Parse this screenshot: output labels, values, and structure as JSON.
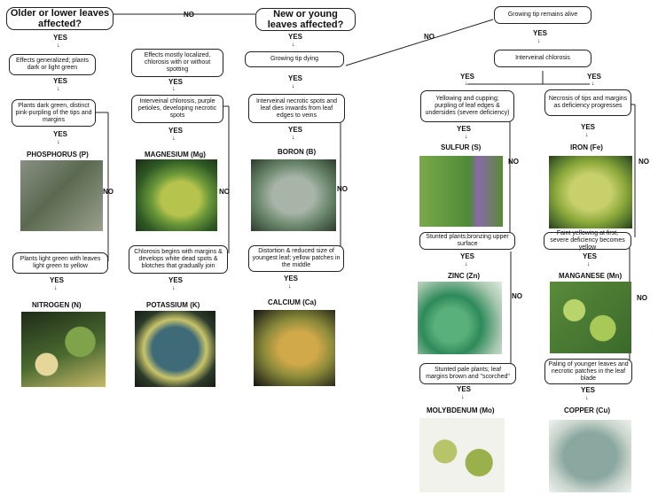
{
  "q1": "Older or lower leaves affected?",
  "q2": "New or young leaves affected?",
  "no": "NO",
  "yes": "YES",
  "c1": {
    "b1": "Effects generalized; plants dark or light green",
    "b2": "Plants dark green, distinct pink-purpling of the tips and margins",
    "n1": "PHOSPHORUS (P)",
    "b3": "Plants light green with leaves light green to yellow",
    "n2": "NITROGEN (N)"
  },
  "c2": {
    "b1": "Effects mostly localized, chlorosis with or without spotting",
    "b2": "Interveinal chlorosis, purple petioles, developing necrotic spots",
    "n1": "MAGNESIUM (Mg)",
    "b3": "Chlorosis begins with margins & develops white dead spots & blotches that gradually join",
    "n2": "POTASSIUM (K)"
  },
  "c3": {
    "b1": "Growing tip dying",
    "b2": "Interveinal necrotic spots and leaf dies inwards from leaf edges to veins",
    "n1": "BORON (B)",
    "b3": "Distortion & reduced size of youngest leaf; yellow patches in the middle",
    "n2": "CALCIUM (Ca)"
  },
  "c4": {
    "top": "Growing tip remains alive",
    "inter": "Interveinal chlorosis",
    "b1": "Yellowing and cupping; purpling of leaf edges & undersides (severe deficiency)",
    "n1": "SULFUR (S)",
    "b2": "Stunted plants;bronzing upper surface",
    "n2": "ZINC (Zn)",
    "b3": "Stunted pale plants; leaf margins brown and \"scorched\"",
    "n3": "MOLYBDENUM (Mo)"
  },
  "c5": {
    "b1": "Necrosis of tips and margins as deficiency progresses",
    "n1": "IRON (Fe)",
    "b2": "Faint yellowing at first, severe deficiency becomes yellow",
    "n2": "MANGANESE (Mn)",
    "b3": "Paling of younger leaves and necrotic patches in the leaf blade",
    "n3": "COPPER (Cu)"
  },
  "colors": {
    "leaf_green": "#5c8a3a",
    "leaf_dark": "#2e4a22",
    "leaf_yellow": "#c9b84a",
    "photo_bg": "#3a3a30"
  }
}
